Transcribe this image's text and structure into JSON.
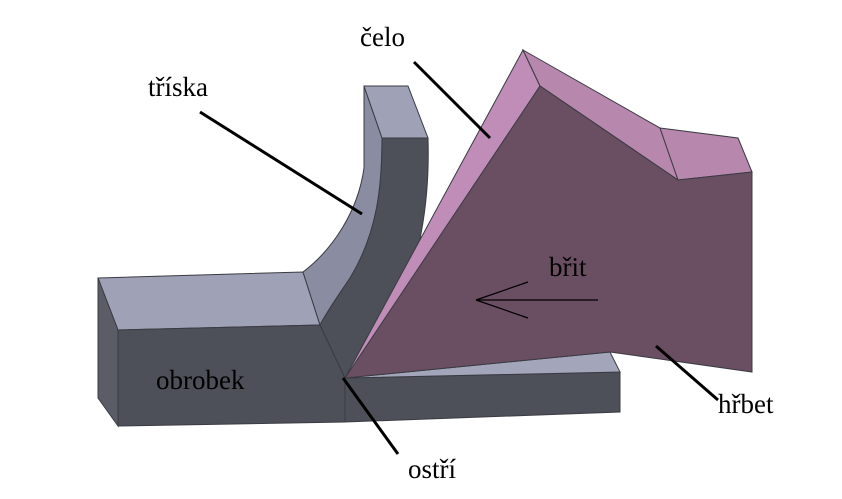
{
  "labels": {
    "celo": "čelo",
    "triska": "tříska",
    "brit": "břit",
    "obrobek": "obrobek",
    "hrbet": "hřbet",
    "ostri": "ostří"
  },
  "colors": {
    "workpiece_top": "#9fa1b7",
    "workpiece_front": "#4e5059",
    "workpiece_curve": "#8a8ca2",
    "chip_front": "#4e5059",
    "tool_face": "#c08cb8",
    "tool_side": "#6a4e62",
    "tool_top": "#b787ad",
    "flank_underside": "#a3a6bb",
    "leader": "#000000"
  }
}
